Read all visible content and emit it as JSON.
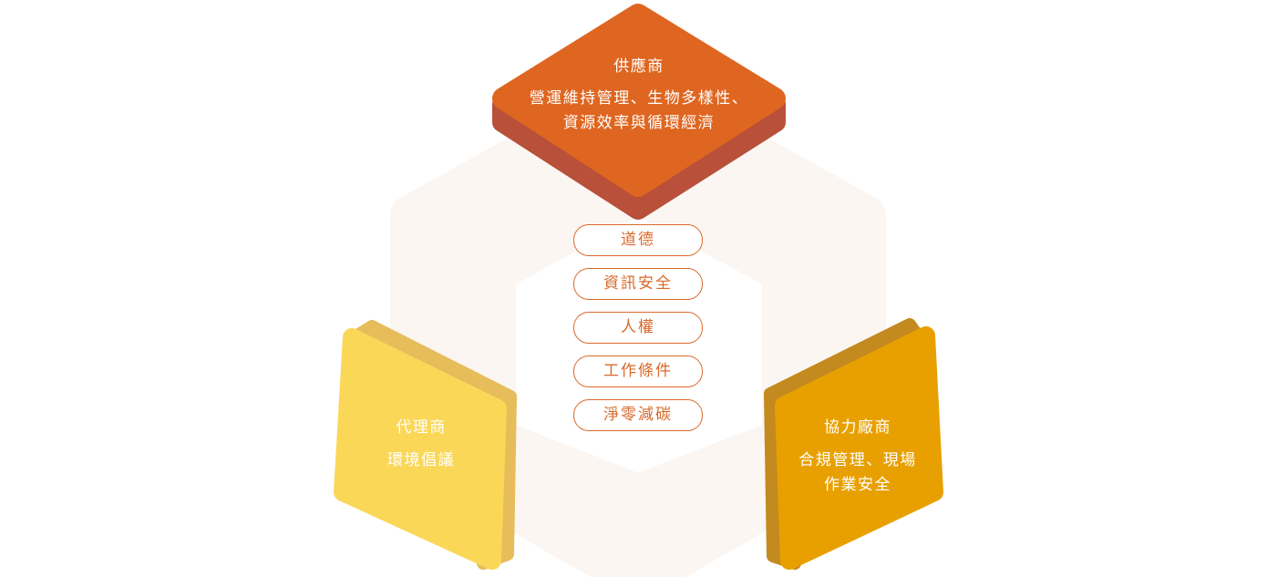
{
  "colors": {
    "hexagon_fill": "#fbf6f2",
    "supplier_top": "#df6620",
    "supplier_side": "#b8503a",
    "agent_top": "#fad757",
    "agent_side": "#e6bd5a",
    "contractor_top": "#e8a000",
    "contractor_side": "#c38a1f",
    "topic_outline": "#d9692b"
  },
  "stakeholders": {
    "supplier": {
      "title": "供應商",
      "desc_line1": "營運維持管理、生物多樣性、",
      "desc_line2": "資源效率與循環經濟"
    },
    "agent": {
      "title": "代理商",
      "desc_line1": "環境倡議"
    },
    "contractor": {
      "title": "協力廠商",
      "desc_line1": "合規管理、現場",
      "desc_line2": "作業安全"
    }
  },
  "topics": [
    "道德",
    "資訊安全",
    "人權",
    "工作條件",
    "淨零減碳"
  ]
}
